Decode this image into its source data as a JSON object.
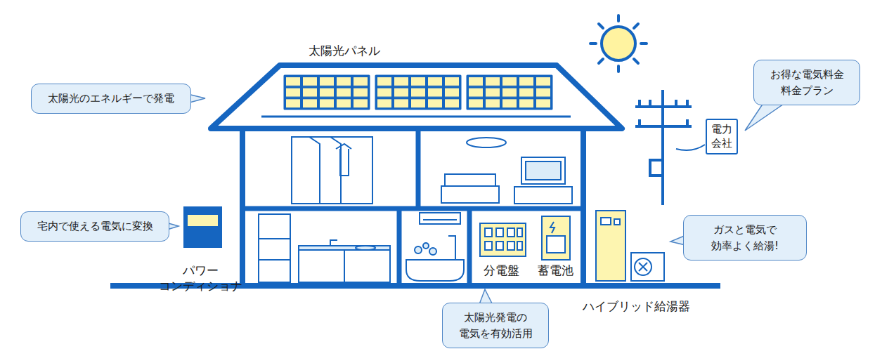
{
  "diagram": {
    "nodes": [
      {
        "text": [
          "太陽光のエネルギーで発電"
        ]
      },
      {
        "text": [
          "お得な電気料金 料金プラン"
        ]
      },
      {
        "text": [
          "電力 会社"
        ]
      },
      {
        "text": [
          "宅内で使える電気に変換"
        ]
      },
      {
        "text": [
          "ガスと電気で 効率よく給湯!"
        ]
      },
      {
        "text": [
          "太陽光発電の 電気を有効活用"
        ]
      }
    ],
    "labels": [
      "太陽光パネル",
      "パワー コンディショナ",
      "分電盤",
      "蓄電池",
      "ハイブリッド給湯器"
    ]
  }
}
